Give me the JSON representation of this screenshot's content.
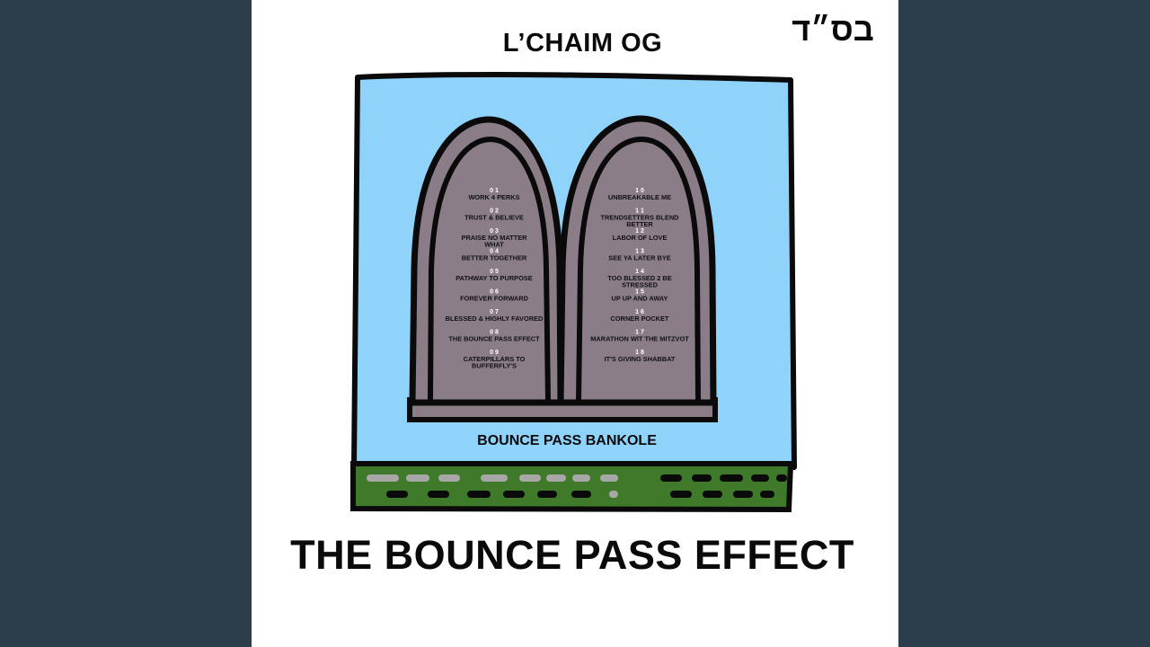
{
  "cover": {
    "artist": "L’CHAIM OG",
    "hebrew": "בס״ד",
    "album_title": "THE BOUNCE PASS EFFECT",
    "subtitle": "BOUNCE PASS BANKOLE"
  },
  "tablet_left": {
    "tracks": [
      {
        "num": "01",
        "lines": [
          "WORK 4 PERKS"
        ]
      },
      {
        "num": "02",
        "lines": [
          "TRUST & BELIEVE"
        ]
      },
      {
        "num": "03",
        "lines": [
          "PRAISE NO MATTER",
          "WHAT"
        ]
      },
      {
        "num": "04",
        "lines": [
          "BETTER TOGETHER"
        ]
      },
      {
        "num": "05",
        "lines": [
          "PATHWAY TO PURPOSE"
        ]
      },
      {
        "num": "06",
        "lines": [
          "FOREVER FORWARD"
        ]
      },
      {
        "num": "07",
        "lines": [
          "BLESSED & HIGHLY FAVORED"
        ]
      },
      {
        "num": "08",
        "lines": [
          "THE BOUNCE PASS EFFECT"
        ]
      },
      {
        "num": "09",
        "lines": [
          "CATERPILLARS TO",
          "BUFFERFLY'S"
        ]
      }
    ]
  },
  "tablet_right": {
    "tracks": [
      {
        "num": "10",
        "lines": [
          "UNBREAKABLE ME"
        ]
      },
      {
        "num": "11",
        "lines": [
          "TRENDSETTERS BLEND",
          "BETTER"
        ]
      },
      {
        "num": "12",
        "lines": [
          "LABOR OF LOVE"
        ]
      },
      {
        "num": "13",
        "lines": [
          "SEE YA LATER BYE"
        ]
      },
      {
        "num": "14",
        "lines": [
          "TOO BLESSED 2 BE",
          "STRESSED"
        ]
      },
      {
        "num": "15",
        "lines": [
          "UP UP AND AWAY"
        ]
      },
      {
        "num": "16",
        "lines": [
          "CORNER POCKET"
        ]
      },
      {
        "num": "17",
        "lines": [
          "MARATHON WIT THE MITZVOT"
        ]
      },
      {
        "num": "18",
        "lines": [
          "IT'S GIVING SHABBAT"
        ]
      }
    ]
  },
  "colors": {
    "background": "#2c3e4c",
    "cover": "#ffffff",
    "sky": "#8fd3fb",
    "stone": "#8a7d88",
    "grass": "#3f7a2b",
    "outline": "#0a0a0a"
  }
}
